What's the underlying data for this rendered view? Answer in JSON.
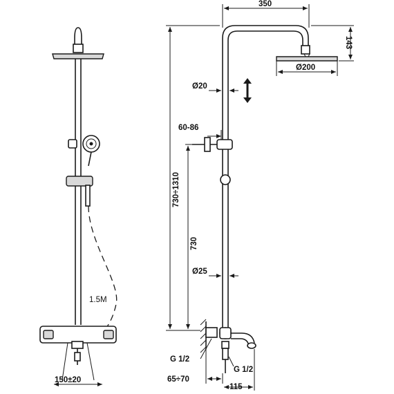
{
  "colors": {
    "line": "#1a1a1a",
    "fill_light": "#d9d9d9",
    "background": "#ffffff"
  },
  "labels": {
    "top_width": "350",
    "head_height": "143",
    "head_diameter": "Ø200",
    "pipe_upper_diameter": "Ø20",
    "height_adjustment": "60-86",
    "total_height_range": "730÷1310",
    "lower_height": "730",
    "pipe_lower_diameter": "Ø25",
    "hose_length": "1.5M",
    "connection_left": "G 1/2",
    "connection_right": "G 1/2",
    "wall_offset": "65÷70",
    "spout_length": "115",
    "inlet_spacing": "150±20"
  },
  "icons": {
    "adjust_arrow": "double-arrow-vertical-icon"
  }
}
